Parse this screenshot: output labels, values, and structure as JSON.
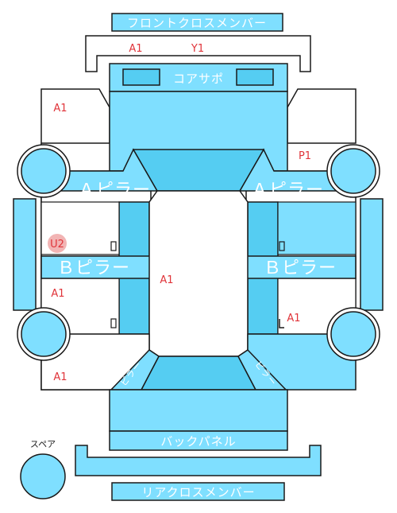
{
  "colors": {
    "panel_fill": "#7fdfff",
    "panel_fill_dark": "#55cdf2",
    "outline": "#1a1a1a",
    "label_text": "#ffffff",
    "code_text": "#e0343a",
    "code_badge": "#f2b4b4"
  },
  "labels": {
    "front_cross_member": "フロントクロスメンバー",
    "core_support": "コアサポ",
    "a_pillar": "Ａピラー",
    "b_pillar": "Ｂピラー",
    "back_panel": "バックパネル",
    "rear_cross_member": "リアクロスメンバー",
    "spare": "スペア",
    "pillar_small": "ピラー"
  },
  "codes": {
    "front_upper_left": "A1",
    "front_upper_right": "Y1",
    "front_left_body": "A1",
    "front_right_body": "P1",
    "left_mid_badge": "U2",
    "center": "A1",
    "left_lower": "A1",
    "right_lower": "A1",
    "rear_left": "A1"
  }
}
